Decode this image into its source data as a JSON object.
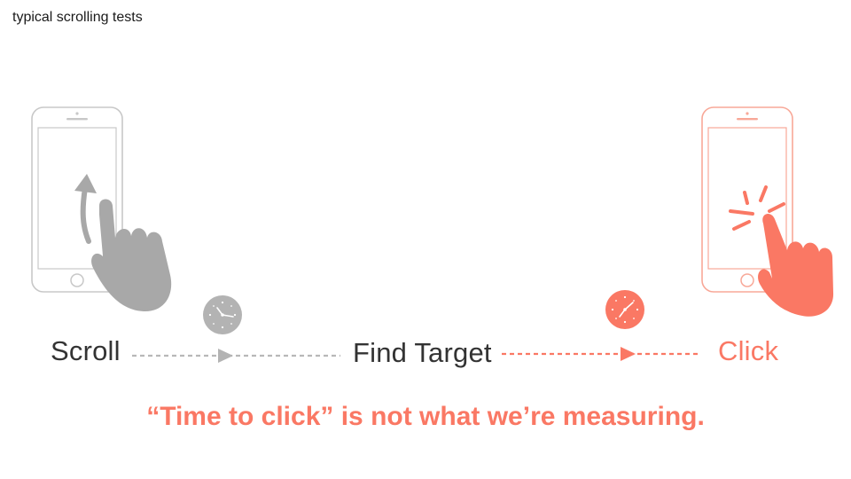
{
  "slide": {
    "title": "typical scrolling tests"
  },
  "flow": {
    "steps": [
      {
        "label": "Scroll",
        "icon": "scroll-gesture-icon"
      },
      {
        "label": "Find Target",
        "icon": "clock-icon"
      },
      {
        "label": "Click",
        "icon": "tap-gesture-icon"
      }
    ]
  },
  "message": "“Time to click” is not what we’re measuring.",
  "colors": {
    "accent": "#fa7864",
    "neutral_gray": "#b3b3b3",
    "text": "#333333",
    "phone_gray_outline": "#c8c8c8",
    "phone_coral_outline": "#f8a898"
  }
}
